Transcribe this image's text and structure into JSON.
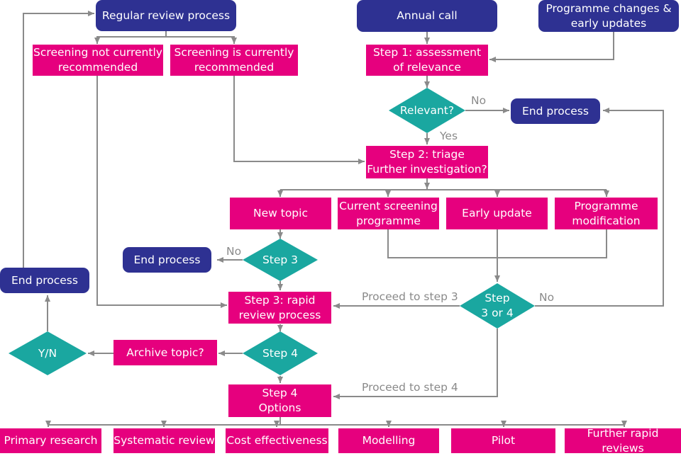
{
  "colors": {
    "process": "#e6007e",
    "terminal": "#2e3192",
    "decision": "#1aa7a0",
    "connector": "#8a8a8a"
  },
  "nodes": {
    "regular_review": "Regular review process",
    "annual_call": "Annual call",
    "programme_changes": "Programme changes &\nearly updates",
    "screening_not_recommended": "Screening not currently\nrecommended",
    "screening_recommended": "Screening is currently\nrecommended",
    "step1": "Step 1: assessment\nof relevance",
    "relevant": "Relevant?",
    "end_process_top": "End process",
    "step2": "Step 2: triage\nFurther investigation?",
    "new_topic": "New topic",
    "current_screening": "Current screening\nprogramme",
    "early_update": "Early update",
    "programme_modification": "Programme\nmodification",
    "end_process_mid": "End process",
    "step3_decision": "Step 3",
    "end_process_left": "End process",
    "step3_rapid": "Step 3: rapid\nreview process",
    "step3or4": "Step\n3 or 4",
    "yn": "Y/N",
    "archive_topic": "Archive topic?",
    "step4_decision": "Step 4",
    "step4_options": "Step 4\nOptions",
    "opt_primary": "Primary research",
    "opt_systematic": "Systematic review",
    "opt_cost": "Cost effectiveness",
    "opt_modelling": "Modelling",
    "opt_pilot": "Pilot",
    "opt_further": "Further rapid reviews"
  },
  "edge_labels": {
    "no_relevant": "No",
    "yes_relevant": "Yes",
    "no_step3": "No",
    "proceed_step3": "Proceed to step 3",
    "no_step3or4": "No",
    "proceed_step4": "Proceed to step 4"
  }
}
